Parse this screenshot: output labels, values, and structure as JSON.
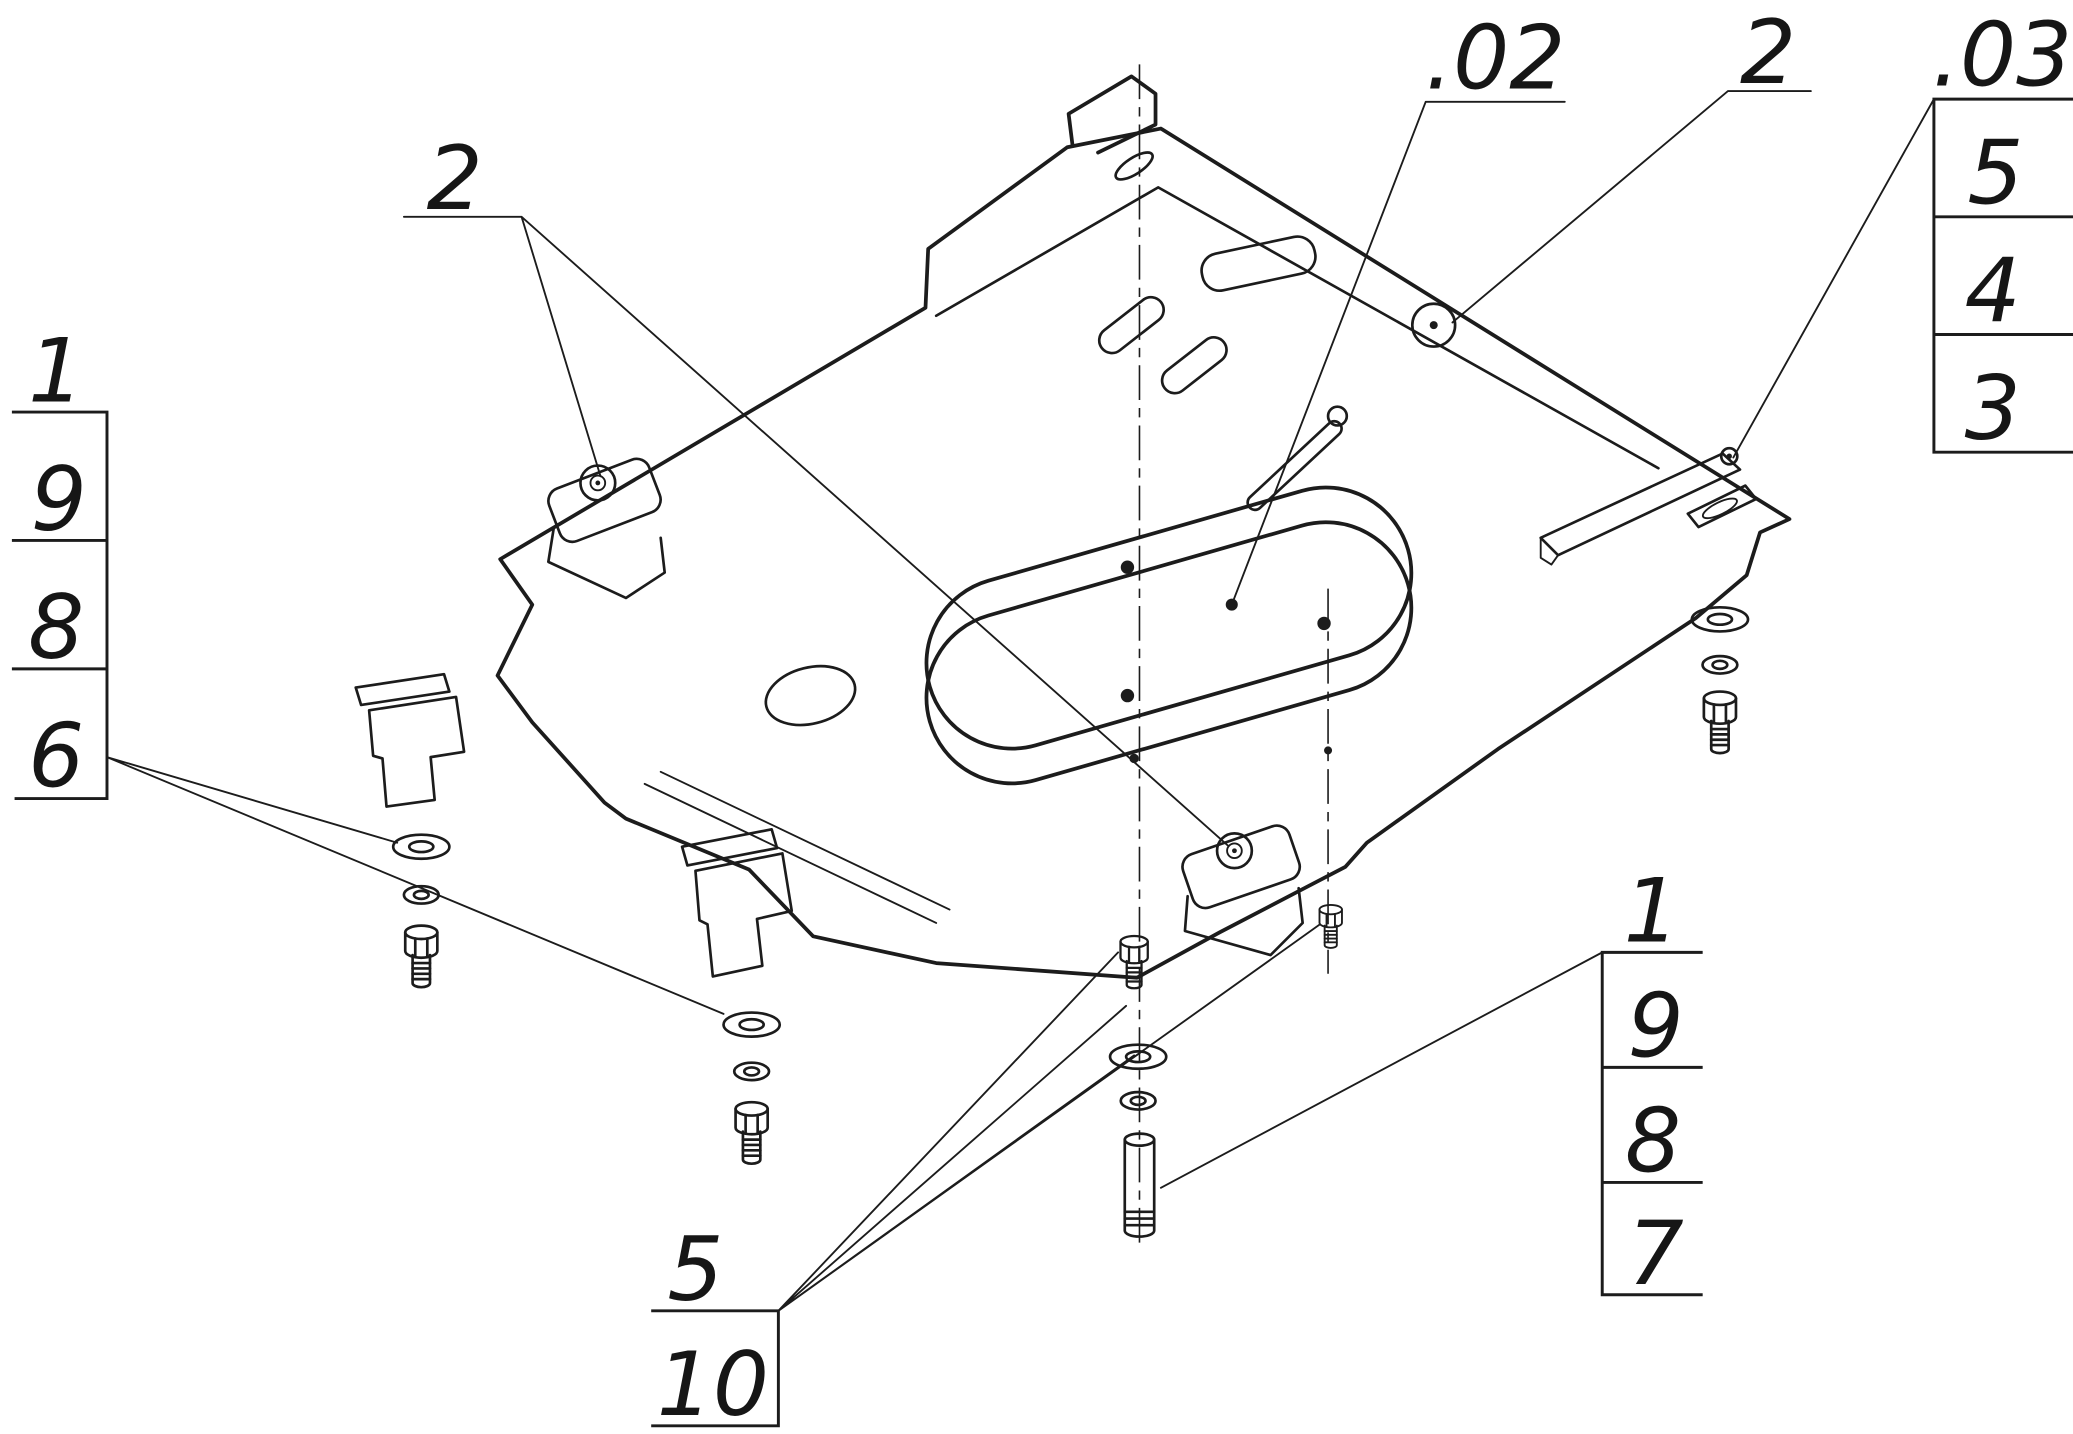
{
  "colors": {
    "background": "#ffffff",
    "line": "#1c1c1c"
  },
  "callouts": {
    "bracket_pair_label": "2",
    "center_point_label": ".02",
    "top_hole_label": "2",
    "right_tab_label": ".03"
  },
  "tables": {
    "left": {
      "items": [
        "1",
        "9",
        "8",
        "6"
      ]
    },
    "top_right": {
      "items": [
        "5",
        "4",
        "3"
      ]
    },
    "bottom_right": {
      "items": [
        "1",
        "9",
        "8",
        "7"
      ]
    },
    "bottom_center": {
      "items": [
        "5",
        "10"
      ]
    }
  }
}
